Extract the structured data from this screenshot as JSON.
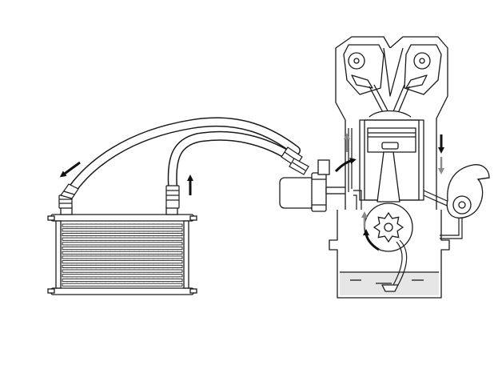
{
  "diagram": {
    "colors": {
      "background": "#ffffff",
      "line": "#1a1a1a",
      "fill": "#ffffff",
      "arrow_dark": "#111111",
      "arrow_gray": "#8a8a8a",
      "oil": "#d9d9d9"
    },
    "components": [
      {
        "id": "oil-cooler",
        "kind": "radiator-core"
      },
      {
        "id": "cooler-feed-hose",
        "kind": "hose"
      },
      {
        "id": "cooler-return-hose",
        "kind": "hose"
      },
      {
        "id": "oil-filter",
        "kind": "filter-canister"
      },
      {
        "id": "engine-block",
        "kind": "engine-cutaway"
      },
      {
        "id": "oil-pump",
        "kind": "gear-pump"
      },
      {
        "id": "turbocharger",
        "kind": "turbo"
      }
    ],
    "flow_arrows": [
      {
        "id": "cooler-outflow",
        "tone": "dark"
      },
      {
        "id": "cooler-inflow",
        "tone": "dark"
      },
      {
        "id": "filter-to-block",
        "tone": "dark"
      },
      {
        "id": "gallery-up",
        "tone": "gray"
      },
      {
        "id": "turbo-feed-dark",
        "tone": "dark"
      },
      {
        "id": "turbo-feed-gray",
        "tone": "gray"
      },
      {
        "id": "pump-rotation",
        "tone": "dark"
      },
      {
        "id": "pump-outlet-up",
        "tone": "gray"
      }
    ]
  }
}
